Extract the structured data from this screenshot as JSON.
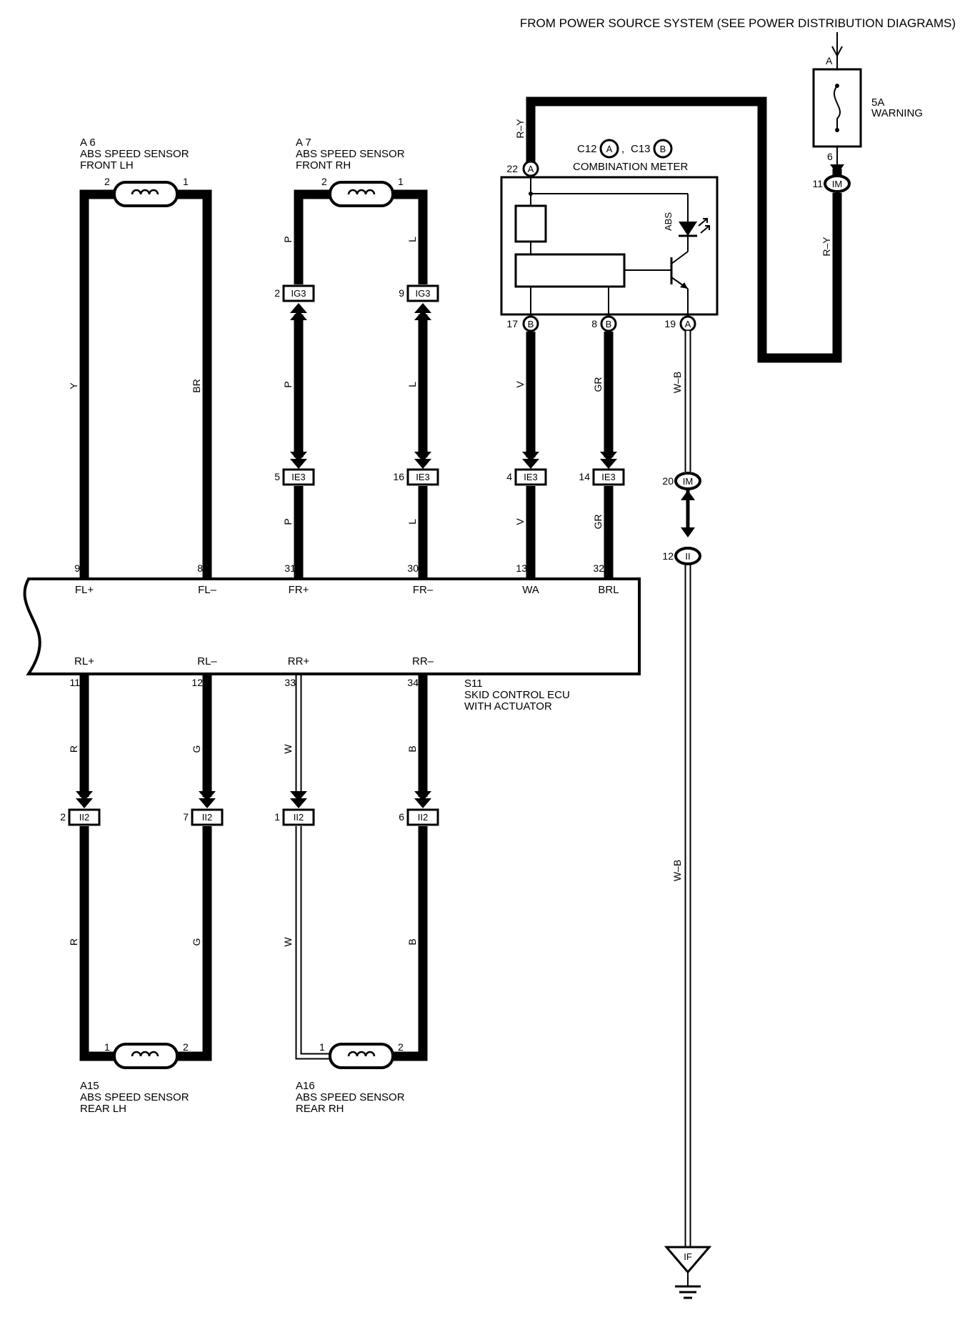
{
  "header": {
    "power_source": "FROM POWER SOURCE SYSTEM (SEE POWER DISTRIBUTION DIAGRAMS)"
  },
  "fuse": {
    "name": "5A",
    "desc": "WARNING",
    "pin_in": "A",
    "pin_out": "6"
  },
  "meter": {
    "title": "COMBINATION METER",
    "ref1": "C12",
    "conn1": "A",
    "sep": ",",
    "ref2": "C13",
    "conn2": "B",
    "led_label": "ABS",
    "pins": {
      "top": {
        "num": "22",
        "conn": "A"
      },
      "b1": {
        "num": "17",
        "conn": "B"
      },
      "b2": {
        "num": "8",
        "conn": "B"
      },
      "b3": {
        "num": "19",
        "conn": "A"
      }
    }
  },
  "sensors": {
    "fl": {
      "ref": "A 6",
      "name": "ABS SPEED SENSOR",
      "pos": "FRONT LH",
      "pin_a": "2",
      "pin_b": "1"
    },
    "fr": {
      "ref": "A 7",
      "name": "ABS SPEED SENSOR",
      "pos": "FRONT RH",
      "pin_a": "2",
      "pin_b": "1"
    },
    "rl": {
      "ref": "A15",
      "name": "ABS SPEED SENSOR",
      "pos": "REAR LH",
      "pin_a": "1",
      "pin_b": "2"
    },
    "rr": {
      "ref": "A16",
      "name": "ABS SPEED SENSOR",
      "pos": "REAR RH",
      "pin_a": "1",
      "pin_b": "2"
    }
  },
  "ecu": {
    "ref": "S11",
    "name": "SKID CONTROL ECU",
    "sub": "WITH ACTUATOR",
    "top_terminals": [
      {
        "name": "FL+",
        "pin": "9"
      },
      {
        "name": "FL–",
        "pin": "8"
      },
      {
        "name": "FR+",
        "pin": "31"
      },
      {
        "name": "FR–",
        "pin": "30"
      },
      {
        "name": "WA",
        "pin": "13"
      },
      {
        "name": "BRL",
        "pin": "32"
      }
    ],
    "bottom_terminals": [
      {
        "name": "RL+",
        "pin": "11"
      },
      {
        "name": "RL–",
        "pin": "12"
      },
      {
        "name": "RR+",
        "pin": "33"
      },
      {
        "name": "RR–",
        "pin": "34"
      }
    ]
  },
  "connectors": {
    "ig3_a": {
      "name": "IG3",
      "pin": "2"
    },
    "ig3_b": {
      "name": "IG3",
      "pin": "9"
    },
    "ie3_a": {
      "name": "IE3",
      "pin": "5"
    },
    "ie3_b": {
      "name": "IE3",
      "pin": "16"
    },
    "ie3_c": {
      "name": "IE3",
      "pin": "4"
    },
    "ie3_d": {
      "name": "IE3",
      "pin": "14"
    },
    "im_top": {
      "name": "IM",
      "pin": "11"
    },
    "im_mid": {
      "name": "IM",
      "pin": "20"
    },
    "ii": {
      "name": "II",
      "pin": "12"
    },
    "ii2_a": {
      "name": "II2",
      "pin": "2"
    },
    "ii2_b": {
      "name": "II2",
      "pin": "7"
    },
    "ii2_c": {
      "name": "II2",
      "pin": "1"
    },
    "ii2_d": {
      "name": "II2",
      "pin": "6"
    },
    "ground": {
      "name": "IF"
    }
  },
  "wires": {
    "ry_fuse": "R–Y",
    "ry_meter": "R–Y",
    "wb_upper": "W–B",
    "wb_lower": "W–B",
    "fl_plus": "Y",
    "fl_minus": "BR",
    "fr_plus_1": "P",
    "fr_plus_2": "P",
    "fr_plus_3": "P",
    "fr_minus_1": "L",
    "fr_minus_2": "L",
    "fr_minus_3": "L",
    "wa_1": "V",
    "wa_2": "V",
    "brl_1": "GR",
    "brl_2": "GR",
    "rl_plus_1": "R",
    "rl_plus_2": "R",
    "rl_minus_1": "G",
    "rl_minus_2": "G",
    "rr_plus_1": "W",
    "rr_plus_2": "W",
    "rr_minus_1": "B",
    "rr_minus_2": "B"
  }
}
